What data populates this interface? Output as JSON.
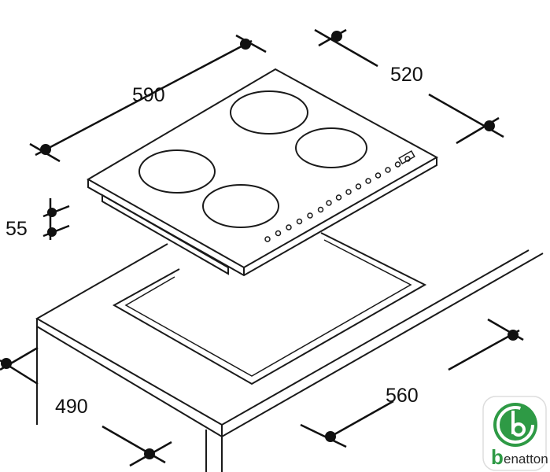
{
  "dimensions": {
    "hob_width": "590",
    "hob_depth": "520",
    "hob_height": "55",
    "cutout_depth": "490",
    "cutout_width": "560"
  },
  "logo": {
    "text": "benatton",
    "color": "#2e9a45"
  }
}
